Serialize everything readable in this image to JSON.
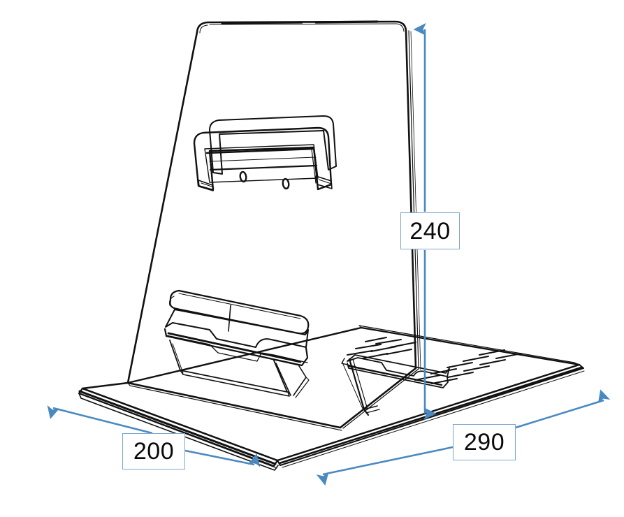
{
  "drawing": {
    "title": "Isometric technical line drawing of an adjustable book / tablet stand",
    "subject": "book-stand",
    "style": "engineering-line-art",
    "background_color": "#ffffff",
    "line_color": "#000000",
    "dimension_color": "#4A89C0",
    "label_border_color": "#7EA6CE",
    "label_fill_color": "#ffffff",
    "units": "mm"
  },
  "dimensions": {
    "height": {
      "value": "240",
      "axis": "vertical",
      "arrow_style": "double-headed",
      "from": [
        608,
        38
      ],
      "to": [
        608,
        596
      ]
    },
    "depth": {
      "value": "200",
      "axis": "diagonal-left",
      "arrow_style": "double-headed",
      "from": [
        72,
        582
      ],
      "to": [
        368,
        668
      ]
    },
    "width": {
      "value": "290",
      "axis": "diagonal-right",
      "arrow_style": "double-headed",
      "from": [
        458,
        682
      ],
      "to": [
        868,
        570
      ]
    }
  },
  "features": {
    "back_panel": "tilted rectangular board with rounded top corners",
    "top_bracket": "u-shaped handle bracket with two small round holes",
    "lower_ledge": "folded book-rest lip / page holder",
    "base_plate": "flat base tray with folded front lip",
    "perforations": "two clusters of angled slot vents in the base plate",
    "kickstand": "hinged support leg between panel and base"
  },
  "annotations": {
    "hole_count": 2,
    "slot_rows": 6
  }
}
